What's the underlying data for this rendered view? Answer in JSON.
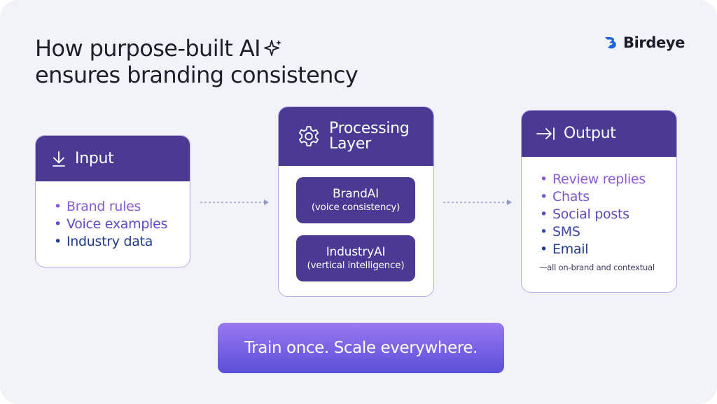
{
  "title": {
    "line1": "How purpose-built AI",
    "line2": "ensures branding consistency"
  },
  "logo": {
    "text": "Birdeye",
    "icon": "birdeye-bird-logo",
    "color": "#1a66e0"
  },
  "input": {
    "icon": "download-arrow-icon",
    "label": "Input",
    "items": [
      "Brand rules",
      "Voice examples",
      "Industry data"
    ]
  },
  "processing": {
    "icon": "gear-icon",
    "label_line1": "Processing",
    "label_line2": "Layer",
    "boxes": [
      {
        "title": "BrandAI",
        "subtitle": "(voice consistency)"
      },
      {
        "title": "IndustryAI",
        "subtitle": "(vertical intelligence)"
      }
    ]
  },
  "output": {
    "icon": "arrow-to-bar-icon",
    "label": "Output",
    "items": [
      "Review replies",
      "Chats",
      "Social posts",
      "SMS",
      "Email"
    ],
    "note": "—all on-brand and contextual"
  },
  "banner": {
    "text": "Train once. Scale everywhere."
  },
  "colors": {
    "header": "#4a3a94",
    "card_border": "#b9a7f0",
    "background": "#f2f3f8",
    "banner_top": "#9b78f0",
    "banner_bottom": "#5a4fd8"
  }
}
